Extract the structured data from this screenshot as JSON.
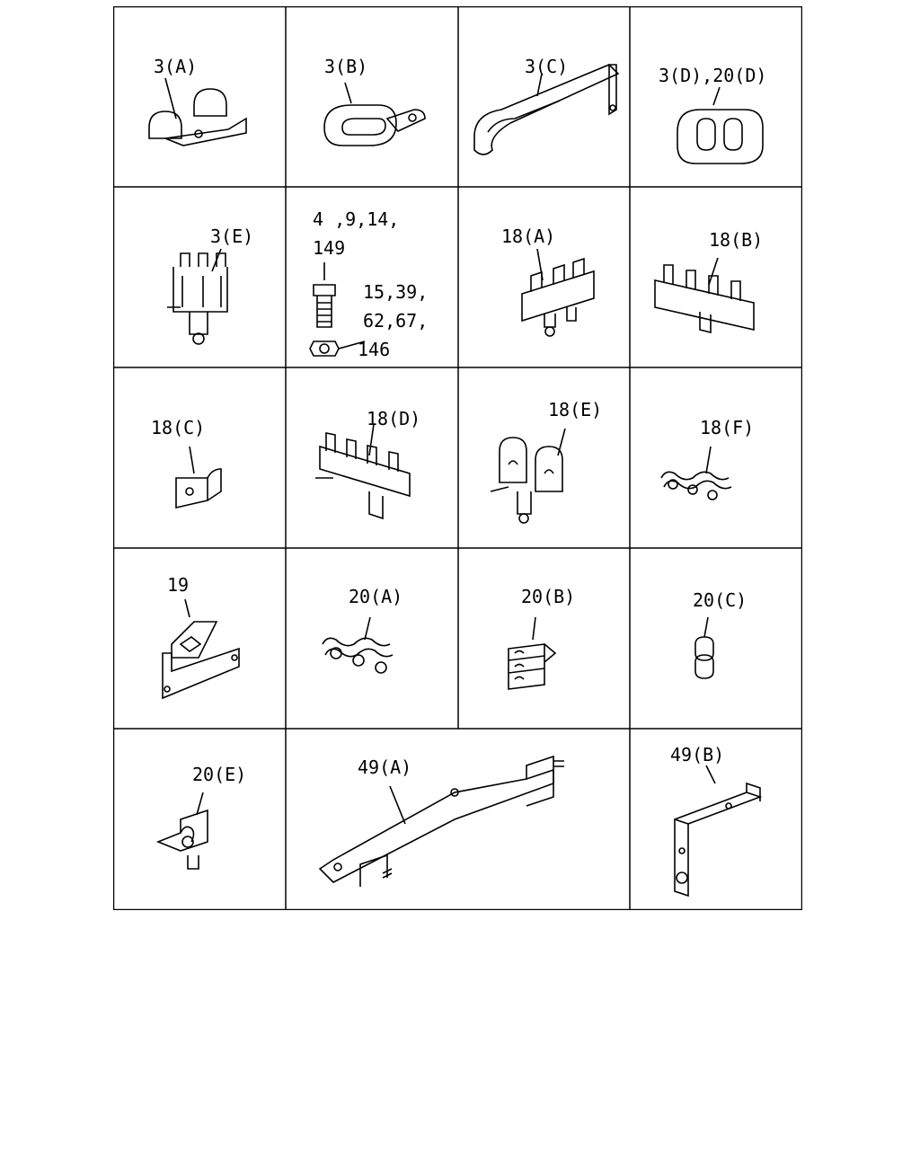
{
  "diagram": {
    "labels": {
      "c3a": "3(A)",
      "c3b": "3(B)",
      "c3c": "3(C)",
      "c3d": "3(D),20(D)",
      "c3e": "3(E)",
      "fasteners_l1": "4 ,9,14,",
      "fasteners_l2": "149",
      "fasteners_l3": "15,39,",
      "fasteners_l4": "62,67,",
      "fasteners_l5": "146",
      "c18a": "18(A)",
      "c18b": "18(B)",
      "c18c": "18(C)",
      "c18d": "18(D)",
      "c18e": "18(E)",
      "c18f": "18(F)",
      "c19": "19",
      "c20a": "20(A)",
      "c20b": "20(B)",
      "c20c": "20(C)",
      "c20e": "20(E)",
      "c49a": "49(A)",
      "c49b": "49(B)"
    }
  }
}
